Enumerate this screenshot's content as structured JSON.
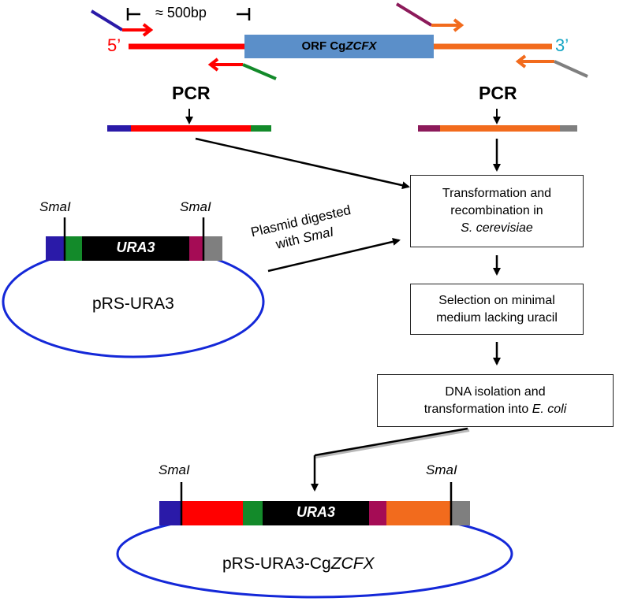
{
  "top": {
    "size_label": "≈ 500bp",
    "five_prime": "5’",
    "three_prime": "3’",
    "orf_prefix": "ORF Cg",
    "orf_gene": "ZCFX",
    "pcr_left": "PCR",
    "pcr_right": "PCR"
  },
  "boxes": {
    "transform_line1": "Transformation and",
    "transform_line2": "recombination in",
    "transform_line3": "S. cerevisiae",
    "selection_line1": "Selection on minimal",
    "selection_line2": "medium lacking uracil",
    "dna_line1": "DNA isolation and",
    "dna_line2_prefix": "transformation into ",
    "dna_line2_species": "E. coli"
  },
  "plasmid1": {
    "name": "pRS-URA3",
    "marker": "URA3",
    "site_left": "SmaI",
    "site_right": "SmaI"
  },
  "digest": {
    "line1": "Plasmid digested",
    "line2_prefix": "with ",
    "line2_enzyme": "SmaI"
  },
  "plasmid2": {
    "name_prefix": "pRS-URA3-Cg",
    "name_gene": "ZCFX",
    "marker": "URA3",
    "site_left": "SmaI",
    "site_right": "SmaI"
  },
  "colors": {
    "red": "#ff0000",
    "orange": "#f26b1d",
    "orf_blue": "#5b8fc9",
    "dark_blue": "#2a1aa8",
    "green": "#138a2a",
    "maroon": "#a50c55",
    "gray": "#7f7f7f",
    "plasmid_ring": "#1428d8",
    "cyan_label": "#16a6c4"
  }
}
